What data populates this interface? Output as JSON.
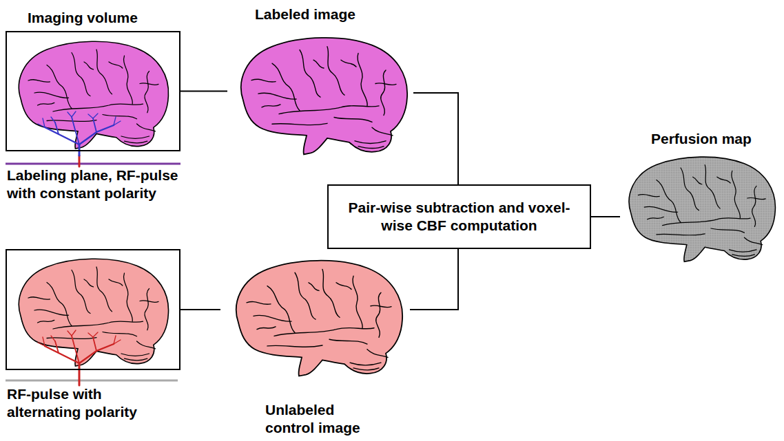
{
  "diagram": {
    "nodes": [
      {
        "text": [
          "Imaging volume",
          "Labeling plane, RF-pulse with constant polarity"
        ]
      },
      {
        "text": [
          "Labeled image"
        ]
      },
      {
        "text": [
          "Pair-wise subtraction and voxel-wise CBF computation"
        ]
      },
      {
        "text": [
          "Perfusion map"
        ]
      },
      {
        "text": [
          "RF-pulse with alternating polarity"
        ]
      },
      {
        "text": [
          "Unlabeled control image"
        ]
      }
    ],
    "edges": [
      {
        "from": 0,
        "to": 1,
        "arrow": "none"
      },
      {
        "from": 1,
        "to": 2,
        "arrow": "none"
      },
      {
        "from": 5,
        "to": 2,
        "arrow": "none"
      },
      {
        "from": 2,
        "to": 3,
        "arrow": "none"
      },
      {
        "from": 4,
        "to": 5,
        "arrow": "none"
      }
    ]
  }
}
